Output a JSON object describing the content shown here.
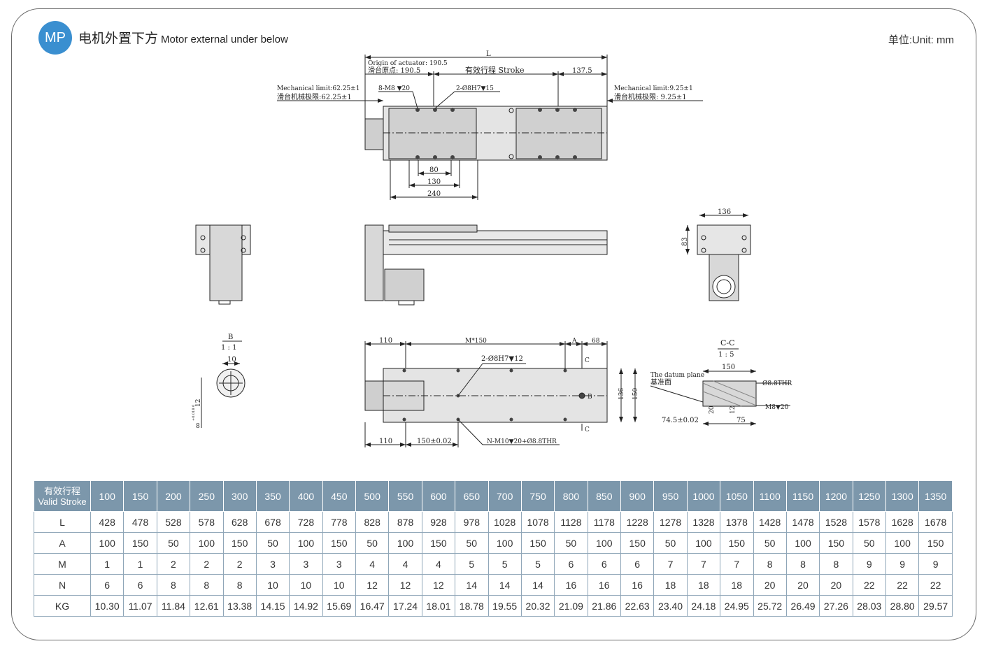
{
  "header": {
    "badge": "MP",
    "title_cn": "电机外置下方",
    "title_en": "Motor external under below",
    "unit": "单位:Unit: mm"
  },
  "top_view": {
    "L": "L",
    "origin_en": "Origin of actuator: 190.5",
    "origin_cn": "滑台原点: 190.5",
    "stroke": "有效行程 Stroke",
    "dim_137": "137.5",
    "mech_left_en": "Mechanical limit:62.25±1",
    "mech_left_cn": "滑台机械极限:62.25±1",
    "mech_right_en": "Mechanical limit:9.25±1",
    "mech_right_cn": "滑台机械极限: 9.25±1",
    "m8": "8-M8 ▼20",
    "pin": "2-Ø8H7▼15",
    "d80": "80",
    "d130": "130",
    "d240": "240"
  },
  "end_view": {
    "d136": "136",
    "d83": "83"
  },
  "detail_b": {
    "name": "B",
    "scale": "1 : 1",
    "d10": "10",
    "tol": "12",
    "tol_small": "+0.018 0",
    "d8": "8"
  },
  "bottom_view": {
    "d110": "110",
    "m150": "M*150",
    "a": "A",
    "d68": "68",
    "pin": "2-Ø8H7▼12",
    "c": "C",
    "b": "B",
    "d136": "136",
    "d150": "150",
    "d110b": "110",
    "d150tol": "150±0.02",
    "nm10": "N-M10▼20+Ø8.8THR"
  },
  "section_cc": {
    "name": "C-C",
    "scale": "1 : 5",
    "d150": "150",
    "datum_en": "The datum plane",
    "datum_cn": "基准面",
    "thr": "Ø8.8THR",
    "m8": "M8▼20",
    "d20": "20",
    "d12": "12",
    "d745": "74.5±0.02",
    "d75": "75"
  },
  "table": {
    "header_cn": "有效行程",
    "header_en": "Valid Stroke",
    "strokes": [
      "100",
      "150",
      "200",
      "250",
      "300",
      "350",
      "400",
      "450",
      "500",
      "550",
      "600",
      "650",
      "700",
      "750",
      "800",
      "850",
      "900",
      "950",
      "1000",
      "1050",
      "1100",
      "1150",
      "1200",
      "1250",
      "1300",
      "1350"
    ],
    "rows": [
      {
        "label": "L",
        "values": [
          "428",
          "478",
          "528",
          "578",
          "628",
          "678",
          "728",
          "778",
          "828",
          "878",
          "928",
          "978",
          "1028",
          "1078",
          "1128",
          "1178",
          "1228",
          "1278",
          "1328",
          "1378",
          "1428",
          "1478",
          "1528",
          "1578",
          "1628",
          "1678"
        ]
      },
      {
        "label": "A",
        "values": [
          "100",
          "150",
          "50",
          "100",
          "150",
          "50",
          "100",
          "150",
          "50",
          "100",
          "150",
          "50",
          "100",
          "150",
          "50",
          "100",
          "150",
          "50",
          "100",
          "150",
          "50",
          "100",
          "150",
          "50",
          "100",
          "150"
        ]
      },
      {
        "label": "M",
        "values": [
          "1",
          "1",
          "2",
          "2",
          "2",
          "3",
          "3",
          "3",
          "4",
          "4",
          "4",
          "5",
          "5",
          "5",
          "6",
          "6",
          "6",
          "7",
          "7",
          "7",
          "8",
          "8",
          "8",
          "9",
          "9",
          "9"
        ]
      },
      {
        "label": "N",
        "values": [
          "6",
          "6",
          "8",
          "8",
          "8",
          "10",
          "10",
          "10",
          "12",
          "12",
          "12",
          "14",
          "14",
          "14",
          "16",
          "16",
          "16",
          "18",
          "18",
          "18",
          "20",
          "20",
          "20",
          "22",
          "22",
          "22"
        ]
      },
      {
        "label": "KG",
        "values": [
          "10.30",
          "11.07",
          "11.84",
          "12.61",
          "13.38",
          "14.15",
          "14.92",
          "15.69",
          "16.47",
          "17.24",
          "18.01",
          "18.78",
          "19.55",
          "20.32",
          "21.09",
          "21.86",
          "22.63",
          "23.40",
          "24.18",
          "24.95",
          "25.72",
          "26.49",
          "27.26",
          "28.03",
          "28.80",
          "29.57"
        ]
      }
    ]
  }
}
